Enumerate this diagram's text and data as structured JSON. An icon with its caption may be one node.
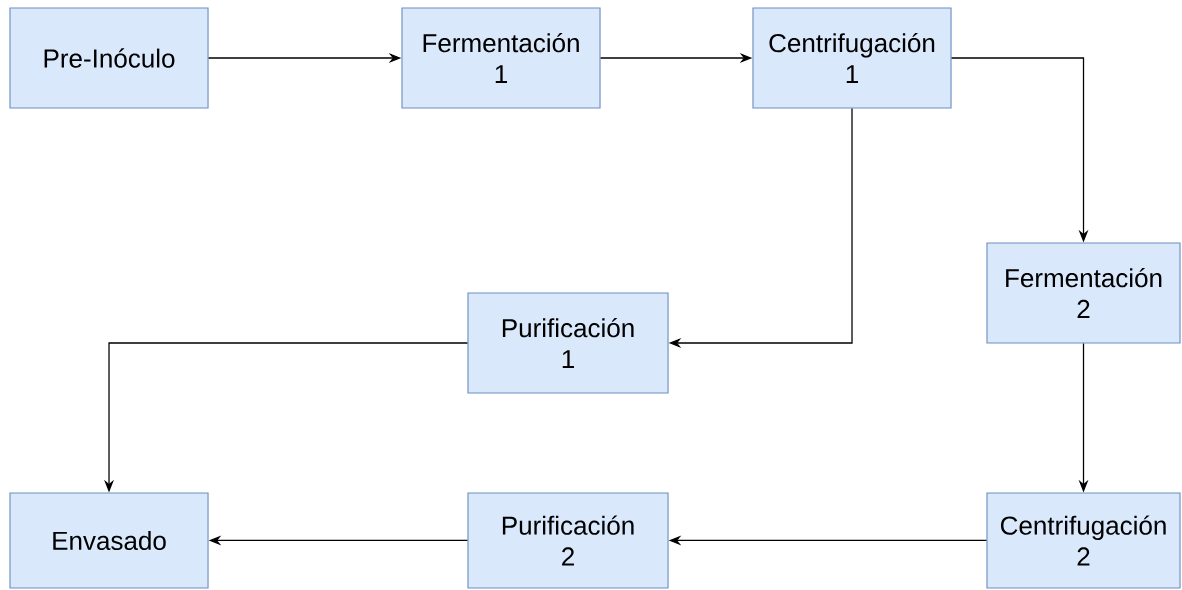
{
  "diagram": {
    "nodes": [
      {
        "text": [
          "Pre-Inóculo"
        ]
      },
      {
        "text": [
          "Fermentación 1"
        ]
      },
      {
        "text": [
          "Centrifugación 1"
        ]
      },
      {
        "text": [
          "Fermentación 2"
        ]
      },
      {
        "text": [
          "Purificación 1"
        ]
      },
      {
        "text": [
          "Envasado"
        ]
      },
      {
        "text": [
          "Purificación 2"
        ]
      },
      {
        "text": [
          "Centrifugación 2"
        ]
      }
    ],
    "edges": [
      {
        "from": 0,
        "to": 1,
        "arrow": "to"
      },
      {
        "from": 1,
        "to": 2,
        "arrow": "to"
      },
      {
        "from": 2,
        "to": 3,
        "arrow": "to"
      },
      {
        "from": 2,
        "to": 4,
        "arrow": "to"
      },
      {
        "from": 4,
        "to": 5,
        "arrow": "to"
      },
      {
        "from": 3,
        "to": 7,
        "arrow": "to"
      },
      {
        "from": 7,
        "to": 6,
        "arrow": "to"
      },
      {
        "from": 6,
        "to": 5,
        "arrow": "to"
      }
    ]
  }
}
